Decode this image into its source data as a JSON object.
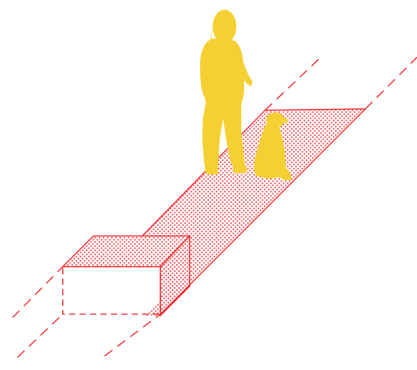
{
  "diagram": {
    "colors": {
      "outline": "#ee2a2e",
      "dots": "#ee2a2e",
      "figures": "#f5d033",
      "background": "#ffffff"
    },
    "elements": [
      "dashed-guide-lines",
      "dotted-path-strip",
      "block-box",
      "person-silhouette",
      "dog-silhouette"
    ]
  }
}
